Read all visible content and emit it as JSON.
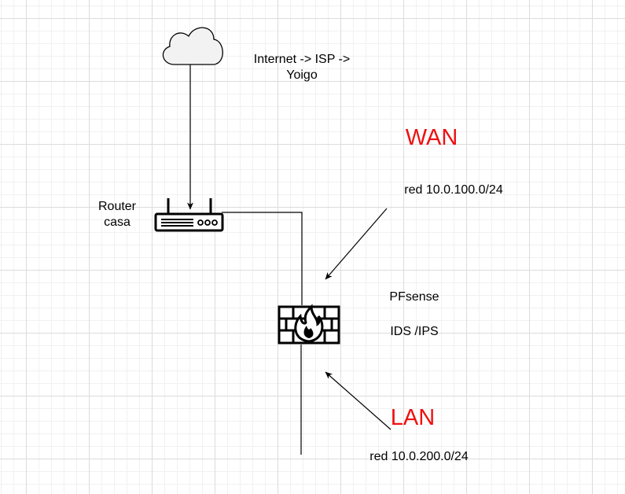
{
  "labels": {
    "internet_line1": "Internet -> ISP ->",
    "internet_line2": "Yoigo",
    "router_line1": "Router",
    "router_line2": "casa",
    "wan": "WAN",
    "wan_network": "red 10.0.100.0/24",
    "pfsense": "PFsense",
    "ids_ips": "IDS /IPS",
    "lan": "LAN",
    "lan_network": "red 10.0.200.0/24"
  },
  "colors": {
    "accent_text": "#ee1111",
    "cloud_fill": "#f2f2f2",
    "line": "#000000"
  },
  "icons": {
    "cloud": "cloud-icon",
    "router": "router-icon",
    "firewall": "firewall-icon"
  }
}
